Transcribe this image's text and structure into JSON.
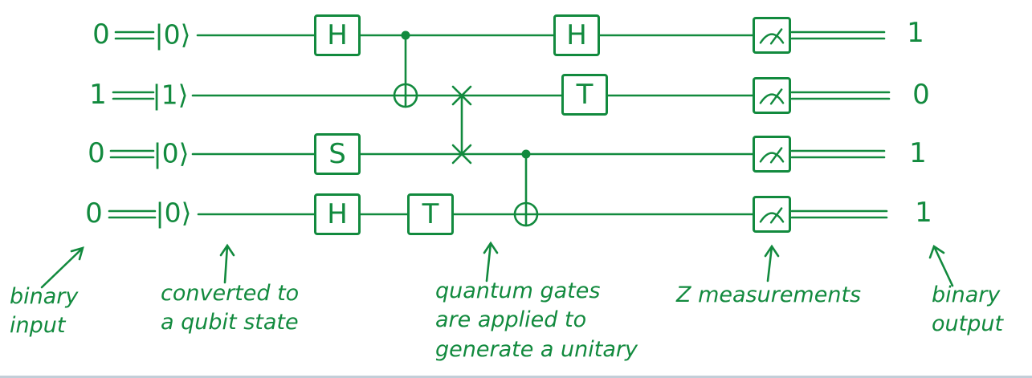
{
  "colors": {
    "ink": "#128a3e",
    "background": "#ffffff",
    "bottom_edge": "#c2ced8"
  },
  "circuit": {
    "qubits": [
      {
        "input": "0",
        "ket": "|0⟩",
        "output": "1"
      },
      {
        "input": "1",
        "ket": "|1⟩",
        "output": "0"
      },
      {
        "input": "0",
        "ket": "|0⟩",
        "output": "1"
      },
      {
        "input": "0",
        "ket": "|0⟩",
        "output": "1"
      }
    ],
    "gates": {
      "q1_hadamard_1": "H",
      "q1_hadamard_2": "H",
      "q2_t": "T",
      "q3_s": "S",
      "q4_hadamard": "H",
      "q4_t": "T"
    },
    "icons": {
      "measurement": "gauge-arc-with-needle",
      "cnot_target": "circle-plus",
      "control": "filled-dot",
      "swap": "cross-x"
    }
  },
  "annotations": {
    "binary_input": "binary\ninput",
    "converted_to_qubit": "converted to\na qubit state",
    "quantum_gates": "quantum gates\nare applied to\ngenerate a unitary",
    "z_measurements": "Z measurements",
    "binary_output": "binary\noutput"
  }
}
